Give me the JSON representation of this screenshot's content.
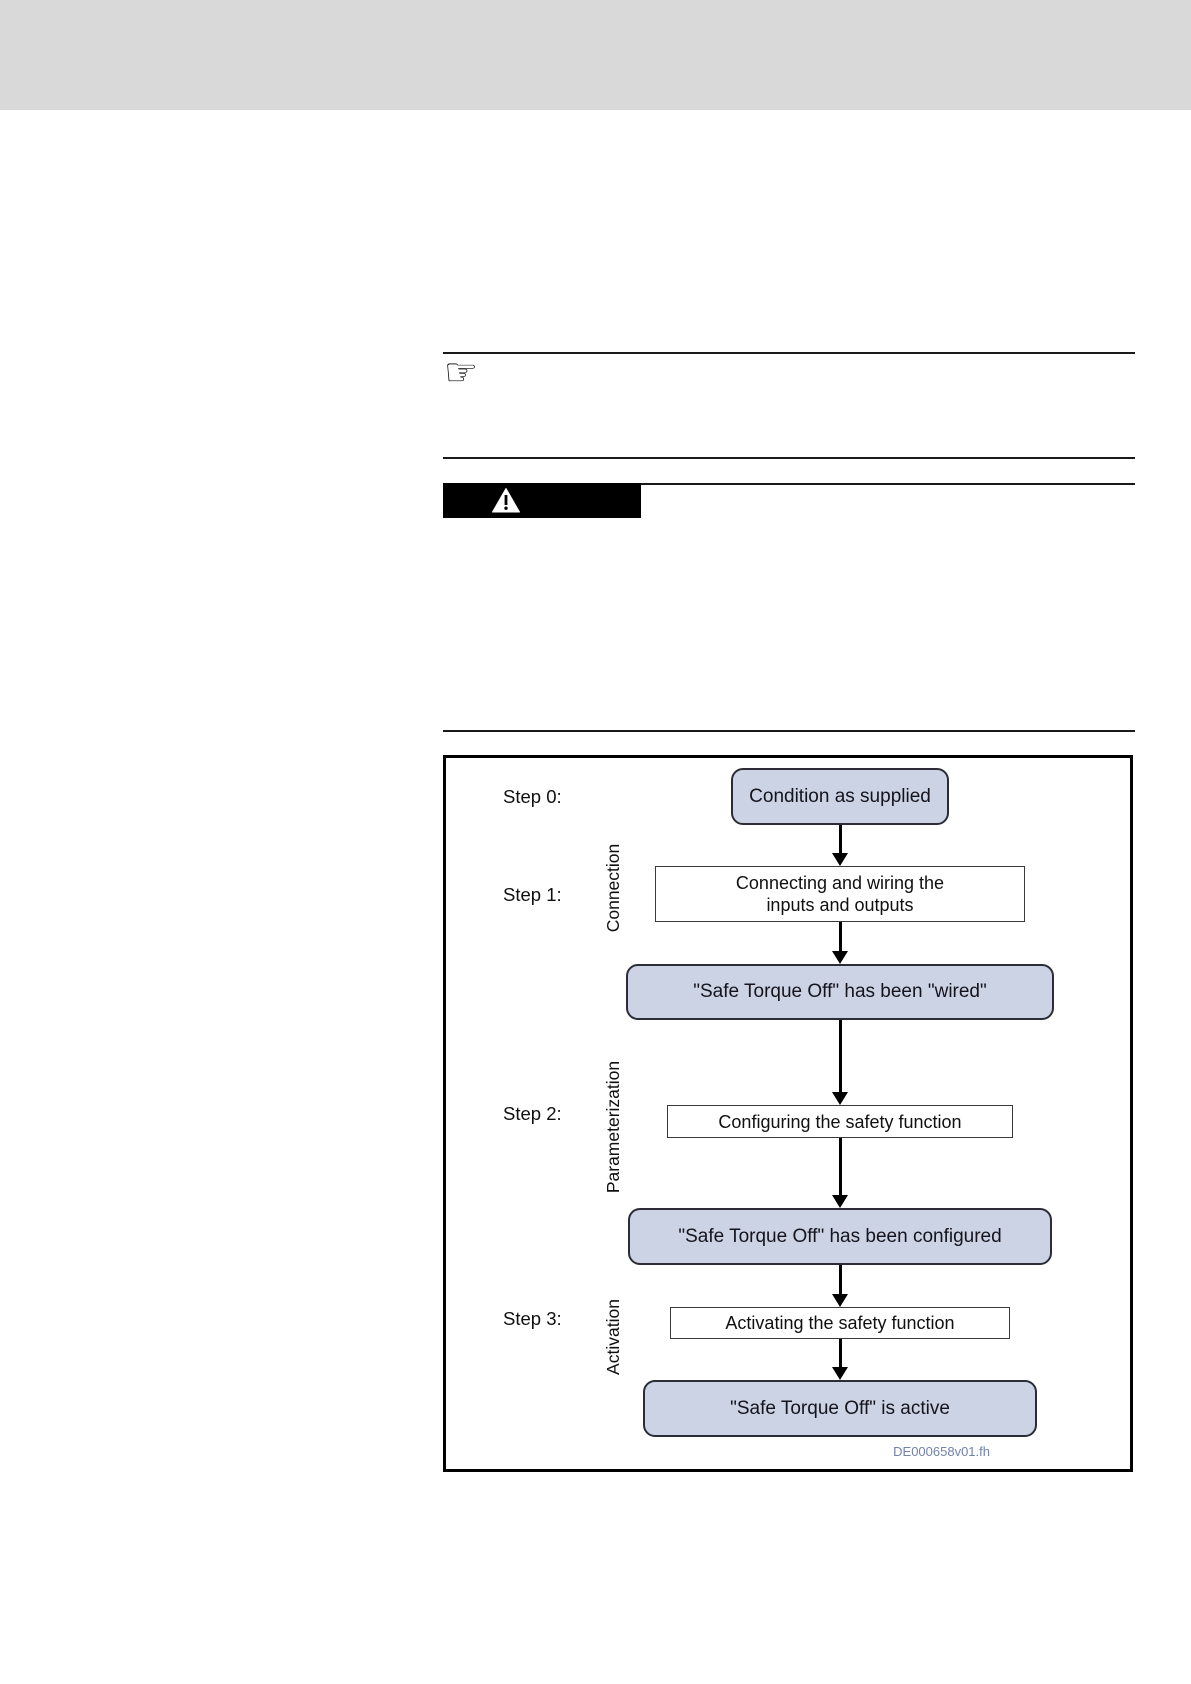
{
  "note": {
    "icon": "pointing-hand"
  },
  "warning": {
    "icon": "warning-triangle"
  },
  "flowchart": {
    "step0": "Step 0:",
    "step1": "Step 1:",
    "step2": "Step 2:",
    "step3": "Step 3:",
    "phase_connection": "Connection",
    "phase_parameterization": "Parameterization",
    "phase_activation": "Activation",
    "node_r1": {
      "text": "Condition as supplied"
    },
    "node_w1": {
      "line1": "Connecting and wiring the",
      "line2": "inputs and outputs"
    },
    "node_r2": {
      "text": "\"Safe Torque Off\" has been \"wired\""
    },
    "node_w2": {
      "text": "Configuring the safety function"
    },
    "node_r3": {
      "text": "\"Safe Torque Off\" has been configured"
    },
    "node_w3": {
      "text": "Activating the safety function"
    },
    "node_r4": {
      "text": "\"Safe Torque Off\" is active"
    },
    "caption": "DE000658v01.fh",
    "colors": {
      "state_fill": "#ccd3e4",
      "state_border": "#2c2c36",
      "banner": "#000000",
      "top_band": "#d9d9d9",
      "caption_text": "#7282aa"
    }
  }
}
